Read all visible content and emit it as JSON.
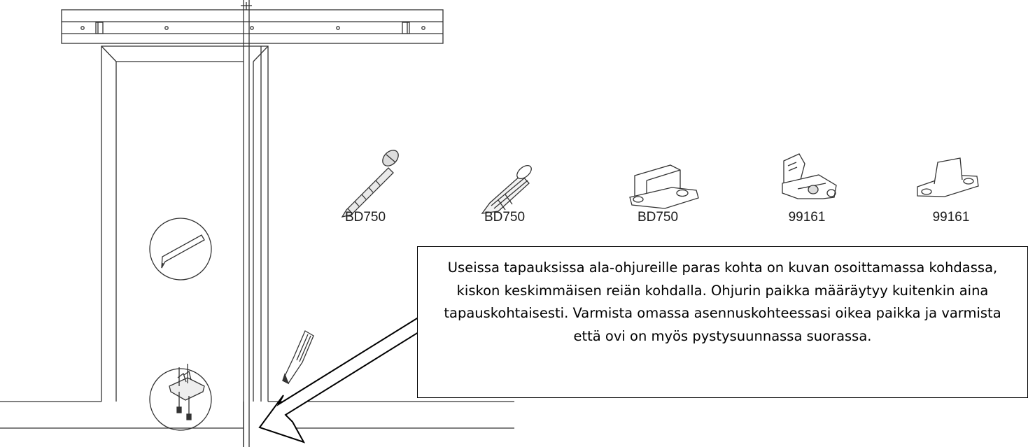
{
  "parts": [
    {
      "code": "BD750",
      "icon": "screw-icon"
    },
    {
      "code": "BD750",
      "icon": "wall-plug-icon"
    },
    {
      "code": "BD750",
      "icon": "floor-guide-icon"
    },
    {
      "code": "99161",
      "icon": "roller-bracket-icon"
    },
    {
      "code": "99161",
      "icon": "flat-guide-icon"
    }
  ],
  "callout": {
    "text": "Useissa tapauksissa ala-ohjureille paras kohta on kuvan osoittamassa kohdassa, kiskon keskimmäisen reiän kohdalla. Ohjurin paikka määräytyy kuitenkin aina tapauskohtaisesti. Varmista omassa asennuskohteessasi oikea paikka ja varmista että ovi on myös pystysuunnassa suorassa."
  }
}
